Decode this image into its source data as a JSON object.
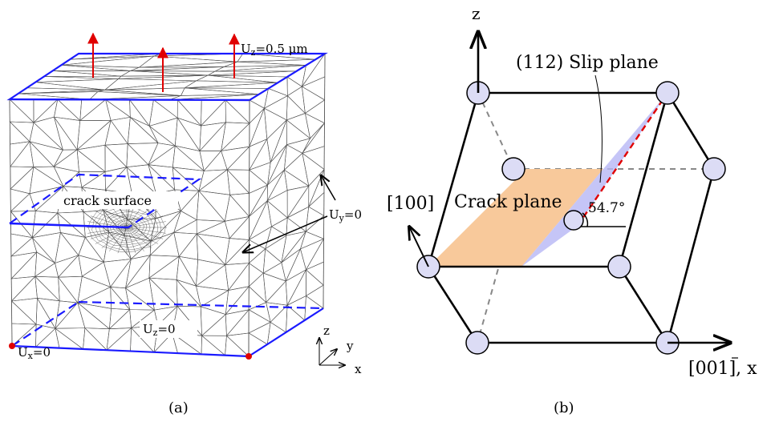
{
  "panel_a": {
    "caption": "(a)",
    "labels": {
      "uz_top": "U",
      "uz_top_sub": "z",
      "uz_top_val": "=0.5 μm",
      "crack_surface": "crack surface",
      "uy": "U",
      "uy_sub": "y",
      "uy_val": "=0",
      "uz_bottom": "U",
      "uz_bottom_sub": "z",
      "uz_bottom_val": "=0",
      "ux": "U",
      "ux_sub": "x",
      "ux_val": "=0",
      "axis_z": "z",
      "axis_y": "y",
      "axis_x": "x"
    },
    "colors": {
      "mesh": "#555555",
      "edges": "#1a1aff",
      "arrows": "#e00000",
      "dots": "#e00000"
    }
  },
  "panel_b": {
    "caption": "(b)",
    "labels": {
      "slip_plane": "(112) Slip plane",
      "crack_plane": "Crack plane",
      "angle": "54.7°",
      "dir_100": "[100]",
      "axis_z": "z",
      "axis_x_dir": "[001], x"
    },
    "colors": {
      "crack_plane": "#f8c99b",
      "slip_plane": "#9d9df5",
      "atom_fill": "#dcdcf5",
      "red_dash": "#e00000"
    }
  }
}
